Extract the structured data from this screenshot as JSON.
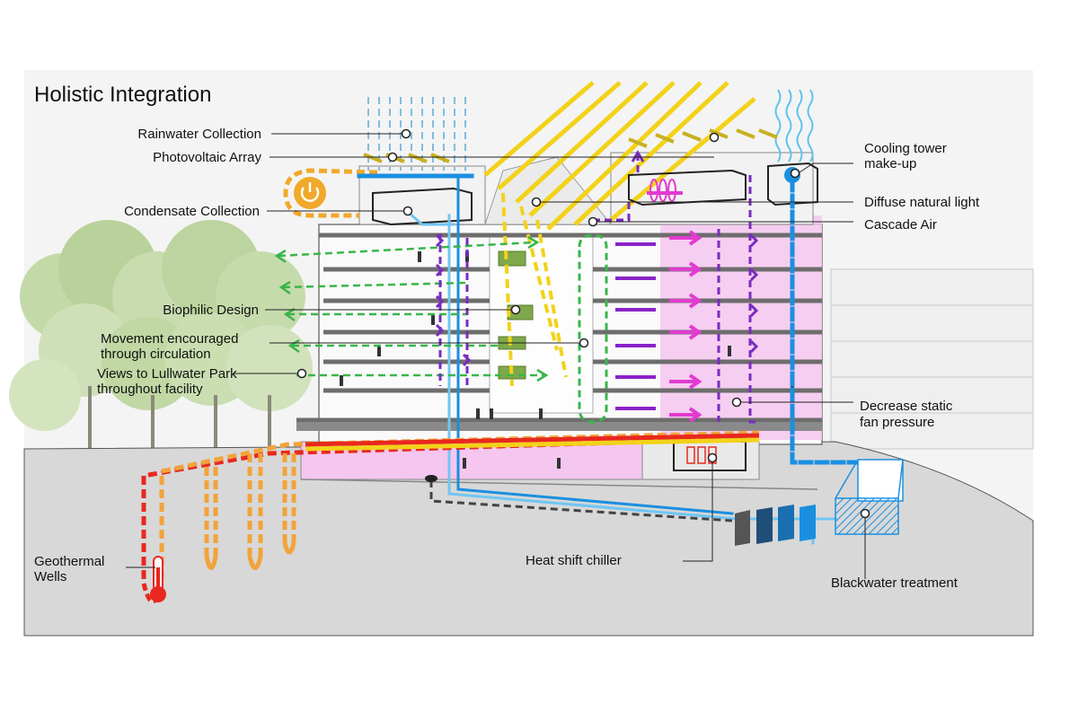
{
  "title": "Holistic Integration",
  "callouts": {
    "rainwater_collection": "Rainwater Collection",
    "photovoltaic_array": "Photovoltaic Array",
    "condensate_collection": "Condensate Collection",
    "biophilic_design": "Biophilic Design",
    "movement_line1": "Movement encouraged",
    "movement_line2": "through circulation",
    "views_line1": "Views to Lullwater Park",
    "views_line2": "throughout facility",
    "geothermal_line1": "Geothermal",
    "geothermal_line2": "Wells",
    "cooling_line1": "Cooling tower",
    "cooling_line2": "make-up",
    "diffuse_natural_light": "Diffuse natural light",
    "cascade_air": "Cascade Air",
    "decrease_line1": "Decrease static",
    "decrease_line2": "fan pressure",
    "heat_shift_chiller": "Heat shift chiller",
    "blackwater_treatment": "Blackwater treatment"
  },
  "colors": {
    "geothermal_hot": "#e8281e",
    "geothermal_warm": "#f2a33a",
    "solar": "#f2d21a",
    "solar_disc": "#f0a92a",
    "water_blue": "#1a8fe0",
    "water_light": "#6fc6f2",
    "views_green": "#3ab54a",
    "cascade_purple": "#7a2bbf",
    "fan_magenta": "#e23bd0",
    "pink_zone": "#f5c6ef",
    "ground": "#d8d8d8",
    "building_gray": "#6d6d6d"
  }
}
